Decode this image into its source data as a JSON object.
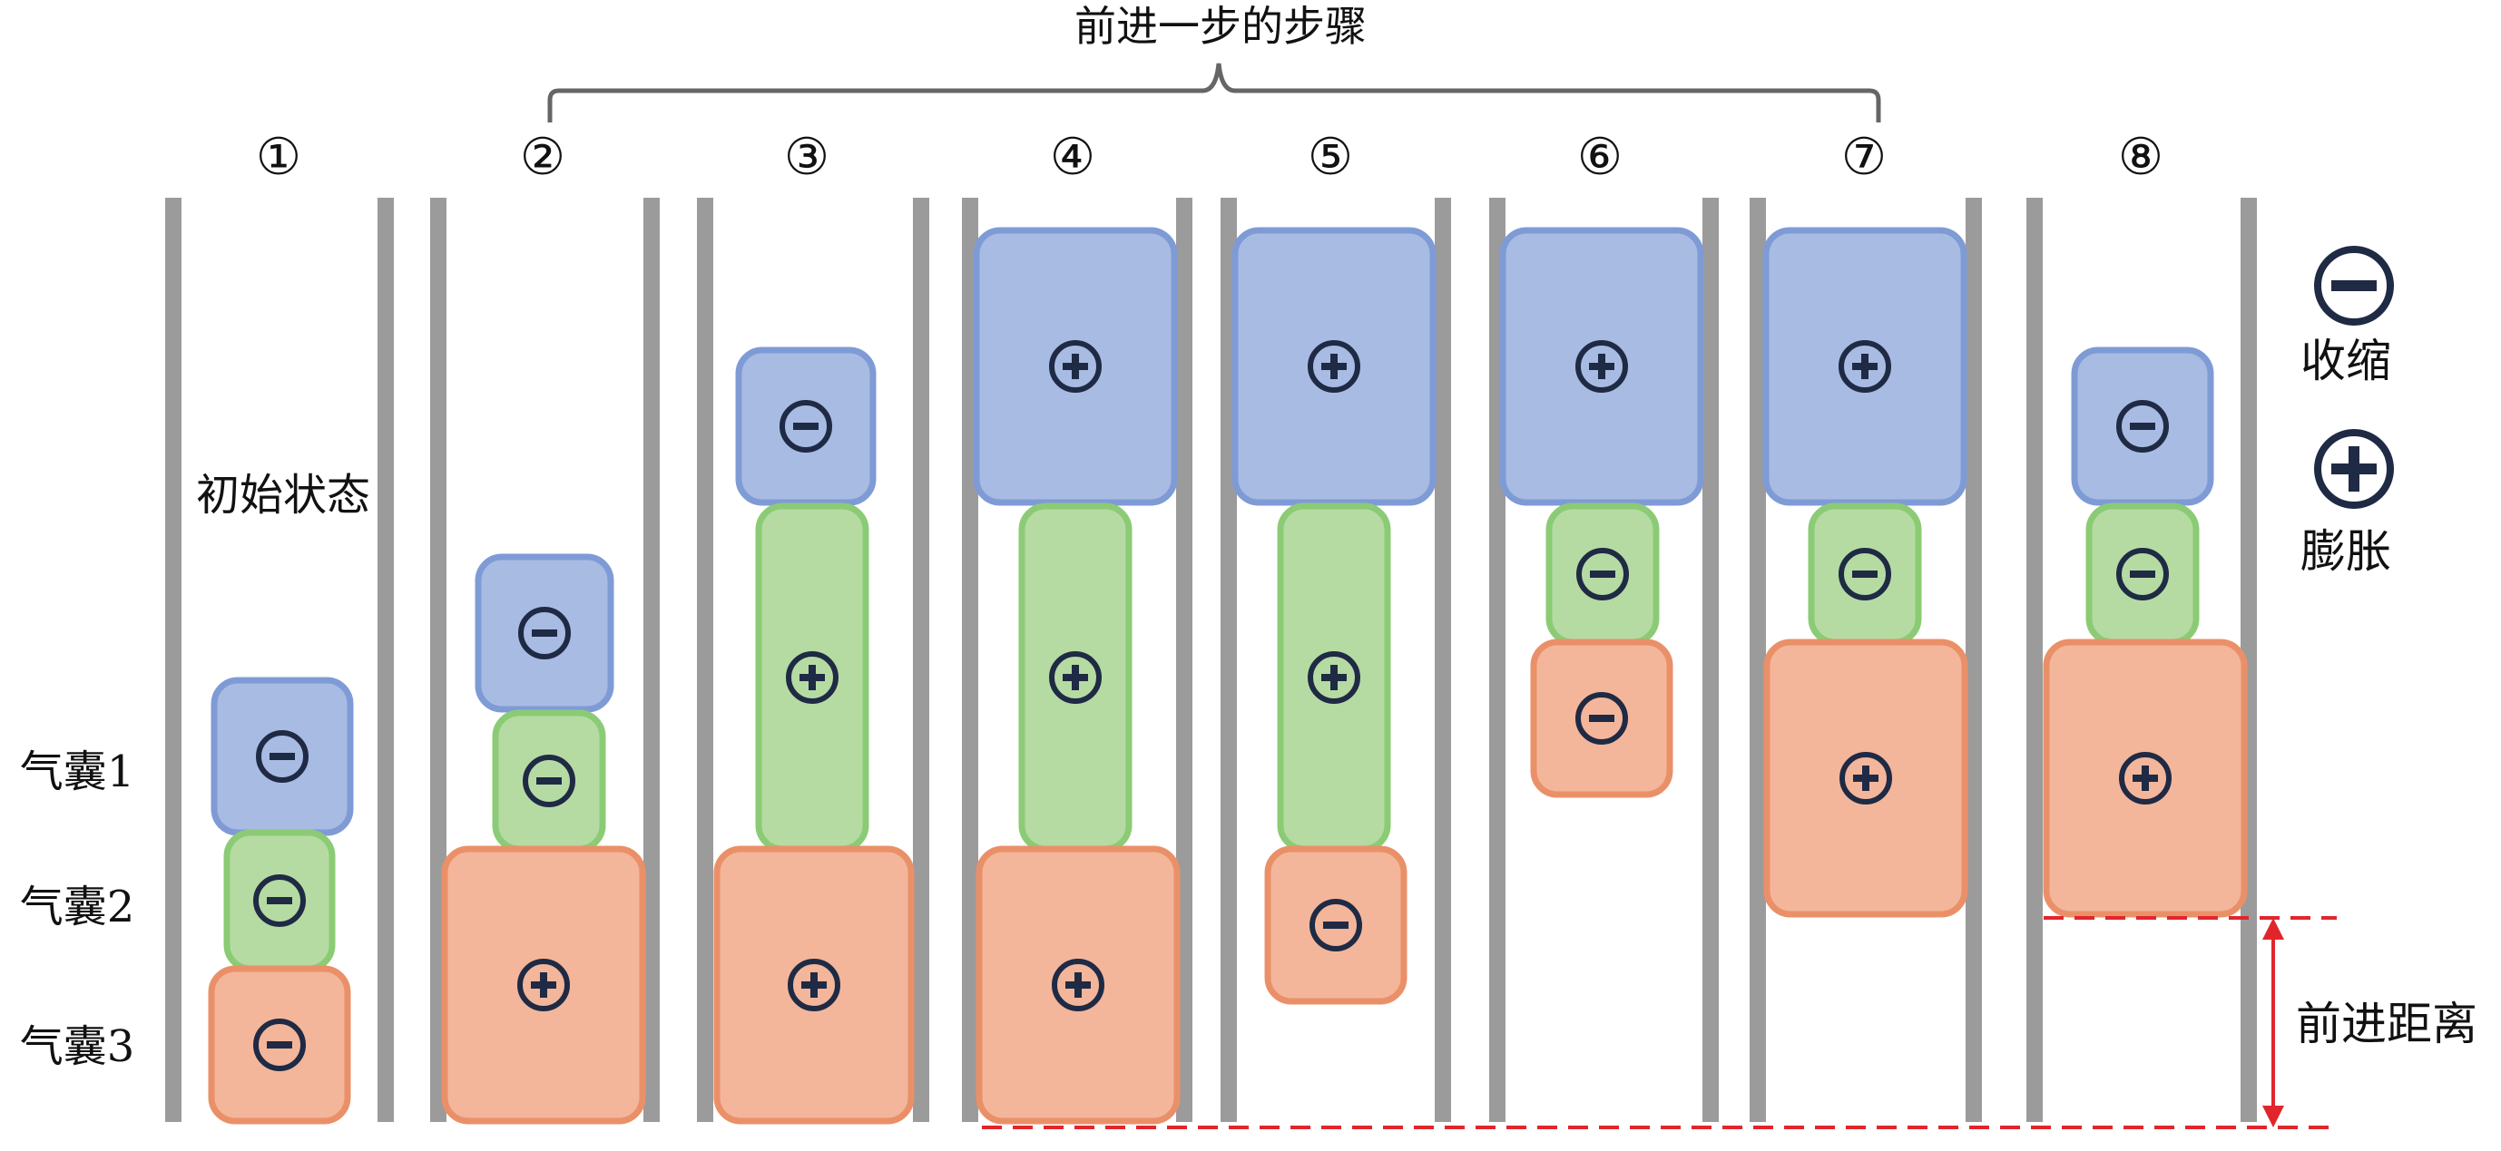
{
  "diagram": {
    "top_title": "前进一步的步骤",
    "initial_state_label": "初始状态",
    "row_labels": [
      "气囊1",
      "气囊2",
      "气囊3"
    ],
    "legend": {
      "contract_label": "收缩",
      "expand_label": "膨胀"
    },
    "advance_label": "前进距离",
    "steps": [
      {
        "num": "①",
        "airbags": [
          {
            "id": "1",
            "state": "contract"
          },
          {
            "id": "2",
            "state": "contract"
          },
          {
            "id": "3",
            "state": "contract"
          }
        ]
      },
      {
        "num": "②",
        "airbags": [
          {
            "id": "1",
            "state": "contract"
          },
          {
            "id": "2",
            "state": "contract"
          },
          {
            "id": "3",
            "state": "expand"
          }
        ]
      },
      {
        "num": "③",
        "airbags": [
          {
            "id": "1",
            "state": "contract"
          },
          {
            "id": "2",
            "state": "expand"
          },
          {
            "id": "3",
            "state": "expand"
          }
        ]
      },
      {
        "num": "④",
        "airbags": [
          {
            "id": "1",
            "state": "expand"
          },
          {
            "id": "2",
            "state": "expand"
          },
          {
            "id": "3",
            "state": "expand"
          }
        ]
      },
      {
        "num": "⑤",
        "airbags": [
          {
            "id": "1",
            "state": "expand"
          },
          {
            "id": "2",
            "state": "expand"
          },
          {
            "id": "3",
            "state": "contract"
          }
        ]
      },
      {
        "num": "⑥",
        "airbags": [
          {
            "id": "1",
            "state": "expand"
          },
          {
            "id": "2",
            "state": "contract"
          },
          {
            "id": "3",
            "state": "contract"
          }
        ]
      },
      {
        "num": "⑦",
        "airbags": [
          {
            "id": "1",
            "state": "expand"
          },
          {
            "id": "2",
            "state": "contract"
          },
          {
            "id": "3",
            "state": "expand"
          }
        ]
      },
      {
        "num": "⑧",
        "airbags": [
          {
            "id": "1",
            "state": "contract"
          },
          {
            "id": "2",
            "state": "contract"
          },
          {
            "id": "3",
            "state": "expand"
          }
        ]
      }
    ],
    "colors": {
      "airbag1_fill": "#a8bbe3",
      "airbag1_stroke": "#7f9bd6",
      "airbag2_fill": "#b5dba3",
      "airbag2_stroke": "#8ccb75",
      "airbag3_fill": "#f3b69b",
      "airbag3_stroke": "#ea9068",
      "wall": "#9b9b9b",
      "bracket": "#666666",
      "symbol": "#1f2a44",
      "advance_marker": "#e0262c"
    },
    "icons": {
      "contract": "minus-circle-icon",
      "expand": "plus-circle-icon"
    }
  }
}
